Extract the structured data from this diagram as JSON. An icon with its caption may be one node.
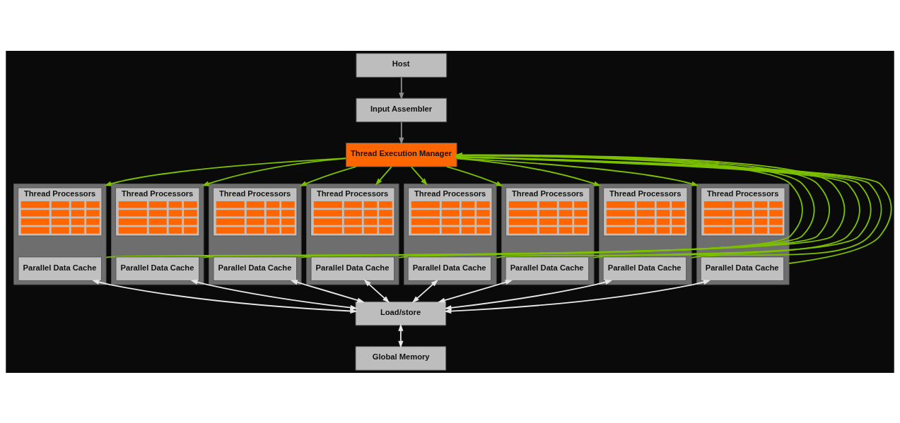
{
  "diagram": {
    "nodes": [
      {
        "text": [
          "Host"
        ]
      },
      {
        "text": [
          "Input Assembler"
        ]
      },
      {
        "text": [
          "Thread Execution Manager"
        ]
      },
      {
        "text": [],
        "shape": "box"
      },
      {
        "text": [
          "Thread Processors"
        ],
        "in": 3
      },
      {
        "text": [
          "Parallel Data Cache"
        ],
        "in": 3
      },
      {
        "text": [],
        "shape": "box"
      },
      {
        "text": [
          "Thread Processors"
        ],
        "in": 6
      },
      {
        "text": [
          "Parallel Data Cache"
        ],
        "in": 6
      },
      {
        "text": [],
        "shape": "box"
      },
      {
        "text": [
          "Thread Processors"
        ],
        "in": 9
      },
      {
        "text": [
          "Parallel Data Cache"
        ],
        "in": 9
      },
      {
        "text": [],
        "shape": "box"
      },
      {
        "text": [
          "Thread Processors"
        ],
        "in": 12
      },
      {
        "text": [
          "Parallel Data Cache"
        ],
        "in": 12
      },
      {
        "text": [],
        "shape": "box"
      },
      {
        "text": [
          "Thread Processors"
        ],
        "in": 15
      },
      {
        "text": [
          "Parallel Data Cache"
        ],
        "in": 15
      },
      {
        "text": [],
        "shape": "box"
      },
      {
        "text": [
          "Thread Processors"
        ],
        "in": 18
      },
      {
        "text": [
          "Parallel Data Cache"
        ],
        "in": 18
      },
      {
        "text": [],
        "shape": "box"
      },
      {
        "text": [
          "Thread Processors"
        ],
        "in": 21
      },
      {
        "text": [
          "Parallel Data Cache"
        ],
        "in": 21
      },
      {
        "text": [],
        "shape": "box"
      },
      {
        "text": [
          "Thread Processors"
        ],
        "in": 24
      },
      {
        "text": [
          "Parallel Data Cache"
        ],
        "in": 24
      },
      {
        "text": [
          "Load/store"
        ]
      },
      {
        "text": [
          "Global Memory"
        ]
      }
    ],
    "edges": [
      {
        "from": 0,
        "to": 1,
        "arrow": "to",
        "color": "#8c8c8c"
      },
      {
        "from": 1,
        "to": 2,
        "arrow": "to",
        "color": "#8c8c8c"
      },
      {
        "from": 2,
        "to": 3,
        "arrow": "to",
        "color": "#7cc000"
      },
      {
        "from": 2,
        "to": 6,
        "arrow": "to",
        "color": "#7cc000"
      },
      {
        "from": 2,
        "to": 9,
        "arrow": "to",
        "color": "#7cc000"
      },
      {
        "from": 2,
        "to": 12,
        "arrow": "to",
        "color": "#7cc000"
      },
      {
        "from": 2,
        "to": 15,
        "arrow": "to",
        "color": "#7cc000"
      },
      {
        "from": 2,
        "to": 18,
        "arrow": "to",
        "color": "#7cc000"
      },
      {
        "from": 2,
        "to": 21,
        "arrow": "to",
        "color": "#7cc000"
      },
      {
        "from": 2,
        "to": 24,
        "arrow": "to",
        "color": "#7cc000"
      },
      {
        "from": 3,
        "to": 2,
        "arrow": "to",
        "color": "#7cc000"
      },
      {
        "from": 6,
        "to": 2,
        "arrow": "to",
        "color": "#7cc000"
      },
      {
        "from": 9,
        "to": 2,
        "arrow": "to",
        "color": "#7cc000"
      },
      {
        "from": 12,
        "to": 2,
        "arrow": "to",
        "color": "#7cc000"
      },
      {
        "from": 15,
        "to": 2,
        "arrow": "to",
        "color": "#7cc000"
      },
      {
        "from": 18,
        "to": 2,
        "arrow": "to",
        "color": "#7cc000"
      },
      {
        "from": 21,
        "to": 2,
        "arrow": "to",
        "color": "#7cc000"
      },
      {
        "from": 24,
        "to": 2,
        "arrow": "to",
        "color": "#7cc000"
      },
      {
        "from": 5,
        "to": 27,
        "arrow": "both",
        "color": "#e6e6e6"
      },
      {
        "from": 8,
        "to": 27,
        "arrow": "both",
        "color": "#e6e6e6"
      },
      {
        "from": 11,
        "to": 27,
        "arrow": "both",
        "color": "#e6e6e6"
      },
      {
        "from": 14,
        "to": 27,
        "arrow": "both",
        "color": "#e6e6e6"
      },
      {
        "from": 17,
        "to": 27,
        "arrow": "both",
        "color": "#e6e6e6"
      },
      {
        "from": 20,
        "to": 27,
        "arrow": "both",
        "color": "#e6e6e6"
      },
      {
        "from": 23,
        "to": 27,
        "arrow": "both",
        "color": "#e6e6e6"
      },
      {
        "from": 26,
        "to": 27,
        "arrow": "both",
        "color": "#e6e6e6"
      },
      {
        "from": 27,
        "to": 28,
        "arrow": "both",
        "color": "#e6e6e6"
      }
    ]
  }
}
